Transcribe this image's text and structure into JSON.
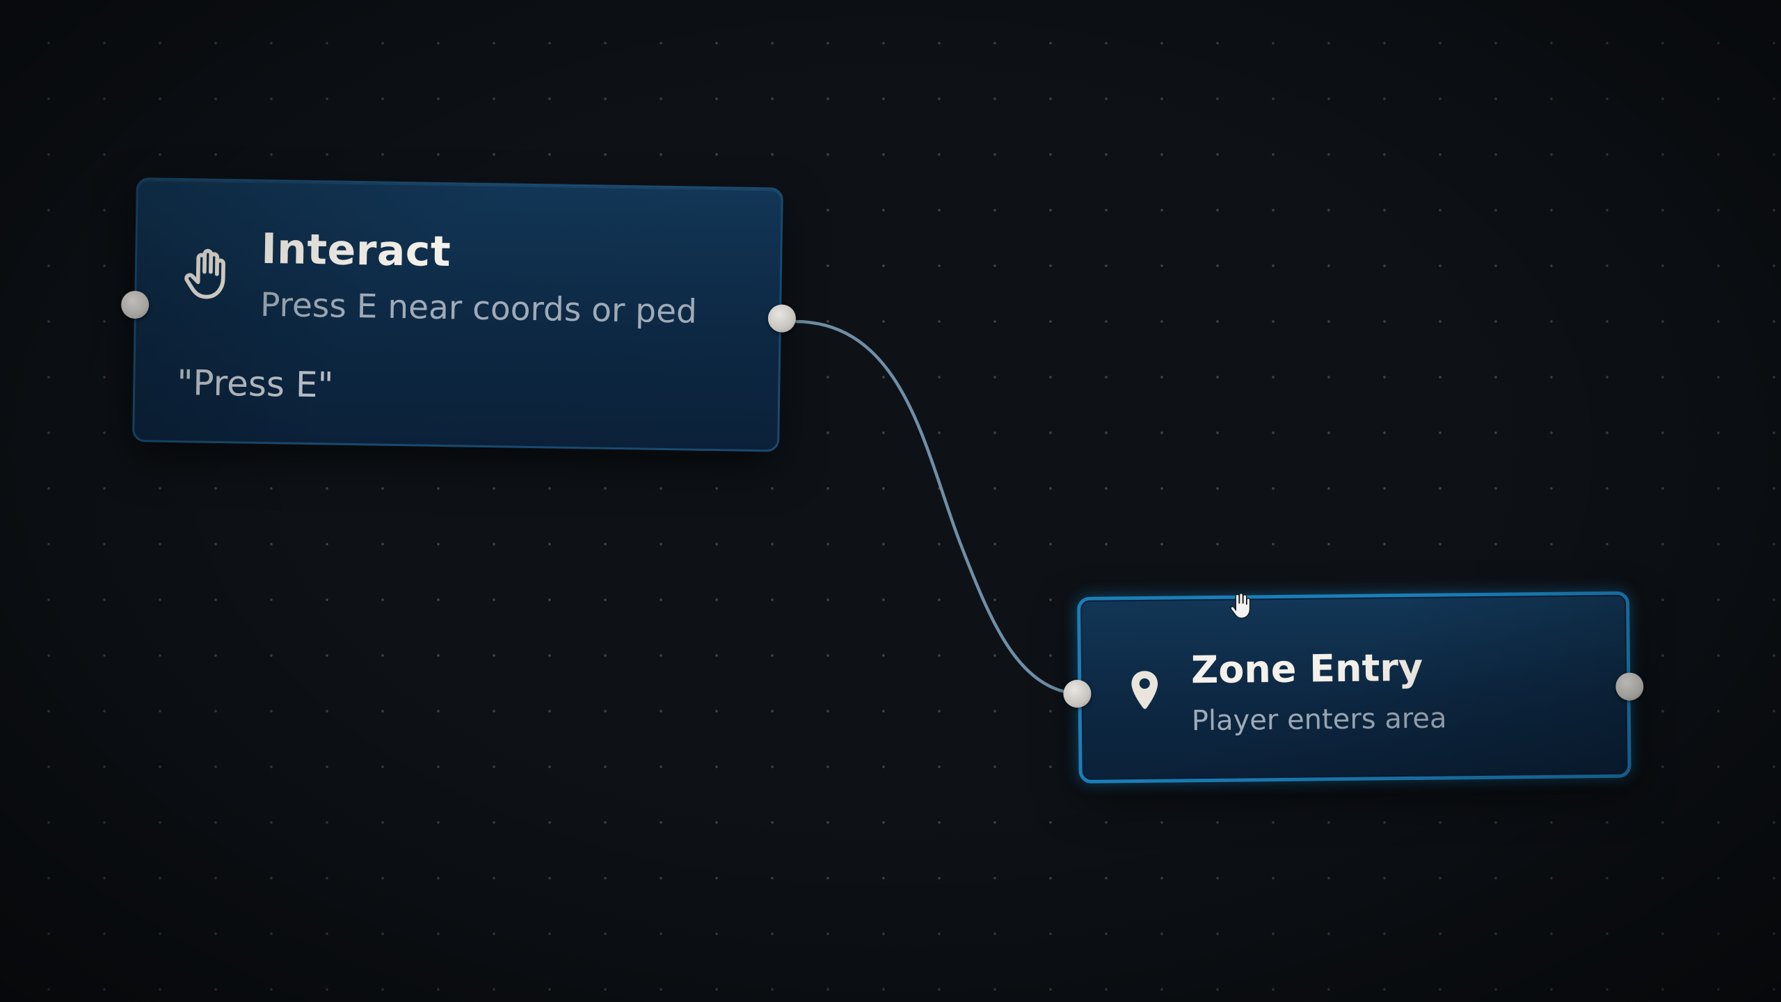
{
  "canvas": {
    "background_color": "#0e1217",
    "dot_color": "#96a5b4"
  },
  "nodes": {
    "interact": {
      "title": "Interact",
      "subtitle": "Press E near coords or ped",
      "extra": "\"Press E\"",
      "icon": "hand-icon",
      "selected": false
    },
    "zone_entry": {
      "title": "Zone Entry",
      "subtitle": "Player enters area",
      "icon": "map-pin-icon",
      "selected": true,
      "accent_color": "#1b7fb8"
    }
  },
  "connections": [
    {
      "from": "interact.output",
      "to": "zone_entry.input",
      "color": "#6f8fa6"
    }
  ],
  "cursor": {
    "icon": "hand-pointer-icon"
  }
}
